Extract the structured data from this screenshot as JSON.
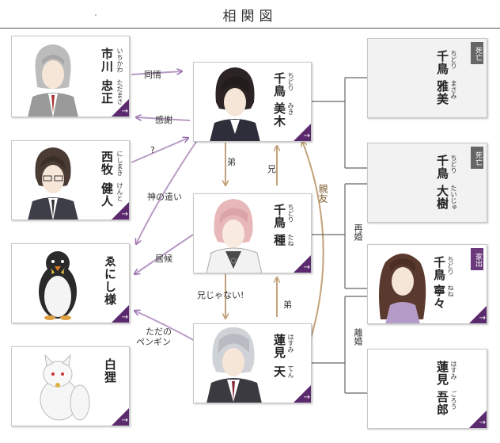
{
  "title": "相関図",
  "colors": {
    "accent": "#5b2a6e",
    "relation_purple": "#9c6fb0",
    "relation_brown": "#c2a27a",
    "family_line": "#666666"
  },
  "characters": {
    "ichikawa": {
      "surname": "市川",
      "given": "忠正",
      "ruby_surname": "いちかわ",
      "ruby_given": "ただまさ"
    },
    "nishimaki": {
      "surname": "西牧",
      "given": "健人",
      "ruby_surname": "にしまき",
      "ruby_given": "けんと"
    },
    "fu": {
      "name": "ゑにし様"
    },
    "byakuri": {
      "name": "白狸"
    },
    "miki": {
      "surname": "千鳥",
      "given": "美木",
      "ruby_surname": "ちどり",
      "ruby_given": "みき"
    },
    "tane": {
      "surname": "千鳥",
      "given": "種",
      "ruby_surname": "ちどり",
      "ruby_given": "たね"
    },
    "ten": {
      "surname": "蓮見",
      "given": "天",
      "ruby_surname": "はすみ",
      "ruby_given": "てん"
    },
    "masami": {
      "surname": "千鳥",
      "given": "雅美",
      "ruby_surname": "ちどり",
      "ruby_given": "まさみ",
      "badge": "死亡"
    },
    "taiju": {
      "surname": "千鳥",
      "given": "大樹",
      "ruby_surname": "ちどり",
      "ruby_given": "たいじゅ",
      "badge": "死亡"
    },
    "nene": {
      "surname": "千鳥",
      "given": "寧々",
      "ruby_surname": "ちどり",
      "ruby_given": "ねね",
      "badge": "家出"
    },
    "goro": {
      "surname": "蓮見",
      "given": "吾郎",
      "ruby_surname": "はすみ",
      "ruby_given": "ごろう"
    }
  },
  "relations": {
    "sympathy": "同情",
    "gratitude": "感謝",
    "question": "?",
    "god_messenger": "神の遣い",
    "freeloader": "居候",
    "just_penguin_1": "ただの",
    "just_penguin_2": "ペンギン",
    "younger_brother_1": "弟",
    "older_brother": "兄",
    "not_brother": "兄じゃない!",
    "younger_brother_2": "弟",
    "best_friend": "親友",
    "remarriage": "再婚",
    "divorce": "離婚"
  },
  "ui": {
    "detail_arrow": "→"
  }
}
